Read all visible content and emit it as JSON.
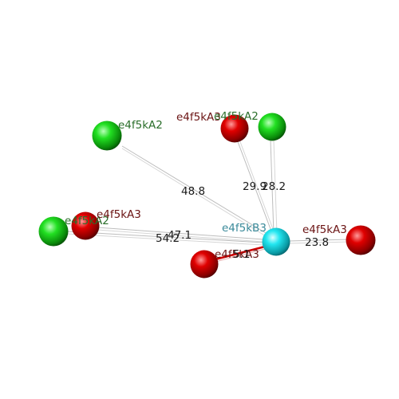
{
  "colors": {
    "background": "#ffffff",
    "carbon_green": "#22dd22",
    "oxygen_red": "#dd0000",
    "center_cyan": "#22e6f0",
    "label_green": "#2a6e2a",
    "label_red": "#6b1414",
    "label_cyan": "#3a8a9a",
    "bond_line": "#c8c8c8",
    "close_contact": "#cc0000"
  },
  "center_atom": {
    "id": "c",
    "label": "e4f5kB3",
    "color": "cyan"
  },
  "atoms": [
    {
      "id": "g1",
      "label": "e4f5kA2",
      "color": "green"
    },
    {
      "id": "r1",
      "label": "e4f5kA3",
      "color": "red"
    },
    {
      "id": "g2",
      "label": "e4f5kA2",
      "color": "green"
    },
    {
      "id": "g3",
      "label": "e4f5kA2",
      "color": "green"
    },
    {
      "id": "r2",
      "label": "e4f5kA3",
      "color": "red"
    },
    {
      "id": "r3",
      "label": "e4f5kA3",
      "color": "red"
    },
    {
      "id": "r4",
      "label": "e4f5kA3",
      "color": "red"
    }
  ],
  "distances": [
    {
      "to": "g1",
      "value": "48.8"
    },
    {
      "to": "r1",
      "value": "29.9"
    },
    {
      "to": "g2",
      "value": "28.2"
    },
    {
      "to": "g3",
      "value": "54.2"
    },
    {
      "to": "r2",
      "value": "47.1"
    },
    {
      "to": "r3",
      "value": "23.8"
    },
    {
      "to": "r4",
      "value": "5.1"
    }
  ]
}
